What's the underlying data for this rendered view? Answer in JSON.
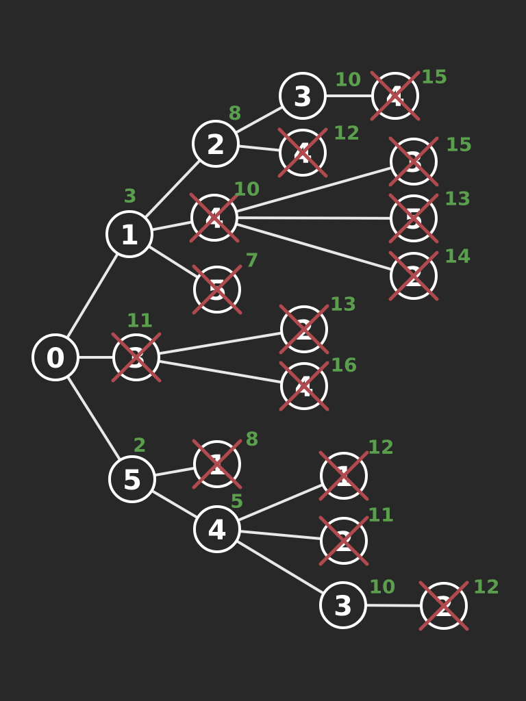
{
  "diagram": {
    "type": "search-tree",
    "colors": {
      "background": "#282828",
      "edge": "#e8e8e8",
      "node_stroke": "#ffffff",
      "label": "#ffffff",
      "cost": "#5a9e4e",
      "cross": "#b04a4e"
    },
    "nodes": [
      {
        "id": "n0",
        "label": "0",
        "cost": "",
        "pruned": false
      },
      {
        "id": "n1",
        "label": "1",
        "cost": "3",
        "pruned": false
      },
      {
        "id": "n2",
        "label": "3",
        "cost": "11",
        "pruned": true
      },
      {
        "id": "n3",
        "label": "5",
        "cost": "2",
        "pruned": false
      },
      {
        "id": "n4",
        "label": "2",
        "cost": "8",
        "pruned": false
      },
      {
        "id": "n5",
        "label": "4",
        "cost": "10",
        "pruned": true
      },
      {
        "id": "n6",
        "label": "5",
        "cost": "7",
        "pruned": true
      },
      {
        "id": "n7",
        "label": "3",
        "cost": "10",
        "pruned": false
      },
      {
        "id": "n8",
        "label": "4",
        "cost": "12",
        "pruned": true
      },
      {
        "id": "n9",
        "label": "4",
        "cost": "15",
        "pruned": true
      },
      {
        "id": "n10",
        "label": "3",
        "cost": "15",
        "pruned": true
      },
      {
        "id": "n11",
        "label": "5",
        "cost": "13",
        "pruned": true
      },
      {
        "id": "n12",
        "label": "2",
        "cost": "14",
        "pruned": true
      },
      {
        "id": "n13",
        "label": "2",
        "cost": "13",
        "pruned": true
      },
      {
        "id": "n14",
        "label": "4",
        "cost": "16",
        "pruned": true
      },
      {
        "id": "n15",
        "label": "1",
        "cost": "8",
        "pruned": true
      },
      {
        "id": "n16",
        "label": "4",
        "cost": "5",
        "pruned": false
      },
      {
        "id": "n17",
        "label": "1",
        "cost": "12",
        "pruned": true
      },
      {
        "id": "n18",
        "label": "2",
        "cost": "11",
        "pruned": true
      },
      {
        "id": "n19",
        "label": "3",
        "cost": "10",
        "pruned": false
      },
      {
        "id": "n20",
        "label": "2",
        "cost": "12",
        "pruned": true
      }
    ],
    "edges": [
      [
        "n0",
        "n1"
      ],
      [
        "n0",
        "n2"
      ],
      [
        "n0",
        "n3"
      ],
      [
        "n1",
        "n4"
      ],
      [
        "n1",
        "n5"
      ],
      [
        "n1",
        "n6"
      ],
      [
        "n4",
        "n7"
      ],
      [
        "n4",
        "n8"
      ],
      [
        "n7",
        "n9"
      ],
      [
        "n5",
        "n10"
      ],
      [
        "n5",
        "n11"
      ],
      [
        "n5",
        "n12"
      ],
      [
        "n2",
        "n13"
      ],
      [
        "n2",
        "n14"
      ],
      [
        "n3",
        "n15"
      ],
      [
        "n3",
        "n16"
      ],
      [
        "n16",
        "n17"
      ],
      [
        "n16",
        "n18"
      ],
      [
        "n16",
        "n19"
      ],
      [
        "n19",
        "n20"
      ]
    ]
  }
}
